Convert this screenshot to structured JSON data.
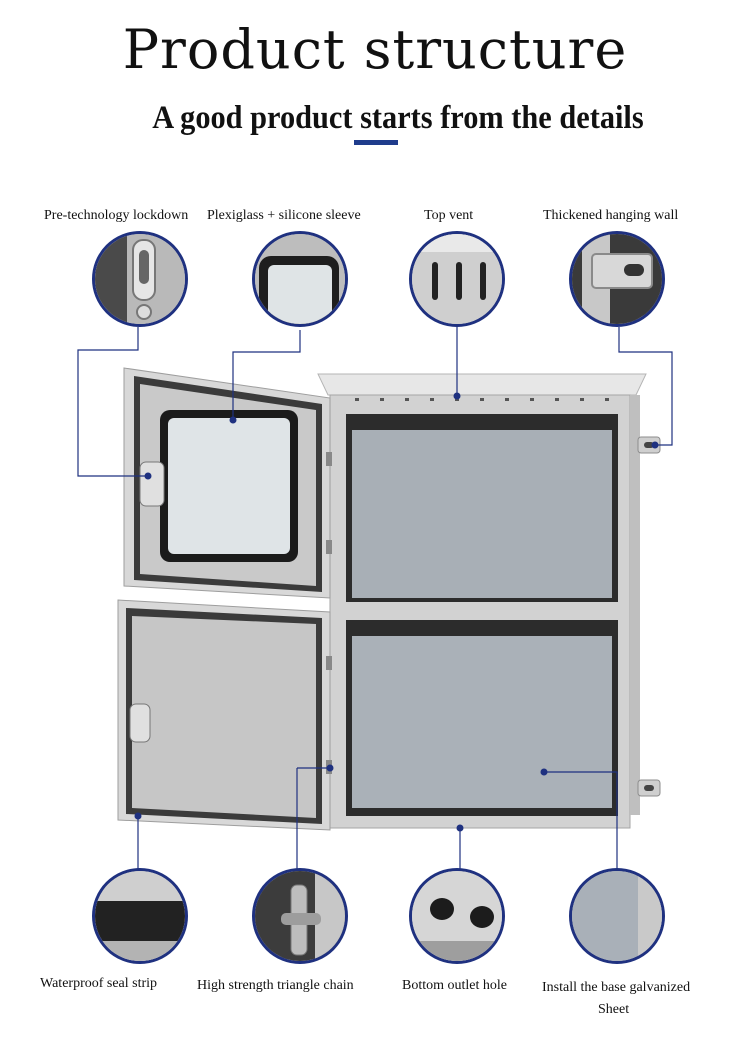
{
  "header": {
    "title": "Product structure",
    "subtitle": "A good product starts from the details"
  },
  "features": {
    "top": [
      {
        "label": "Pre-technology lockdown"
      },
      {
        "label": "Plexiglass + silicone sleeve"
      },
      {
        "label": "Top vent"
      },
      {
        "label": "Thickened hanging wall"
      }
    ],
    "bottom": [
      {
        "label": "Waterproof seal strip"
      },
      {
        "label": "High strength triangle chain"
      },
      {
        "label": "Bottom outlet hole"
      },
      {
        "label": "Install the base galvanized",
        "label2": "Sheet"
      }
    ]
  },
  "colors": {
    "accent": "#1f3180",
    "steel": "#c9c9c9",
    "galvanized": "#a9b0b8",
    "seal": "#2a2a2a"
  }
}
